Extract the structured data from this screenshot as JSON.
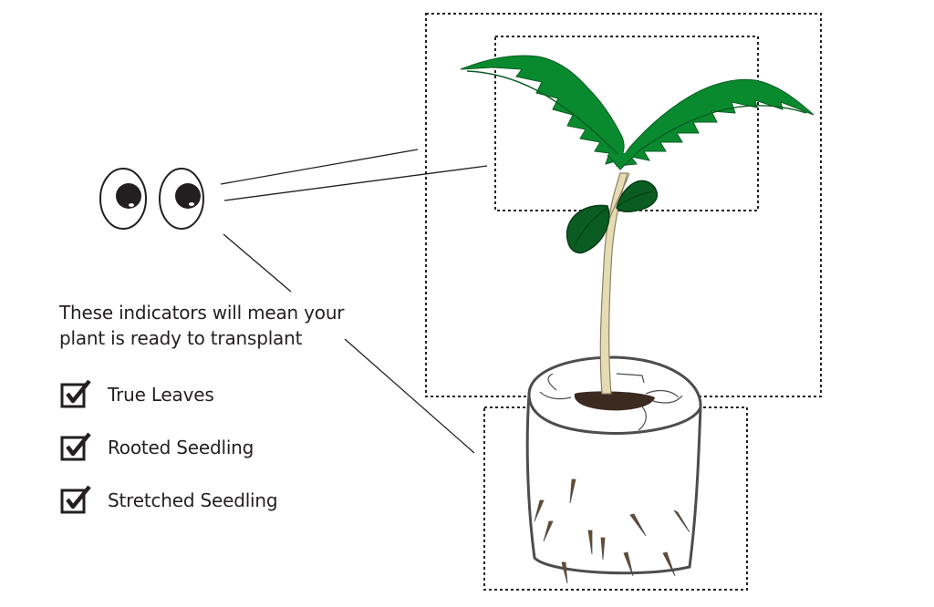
{
  "caption": {
    "line1": "These indicators will mean your",
    "line2": "plant is ready to transplant"
  },
  "checklist": [
    {
      "label": "True Leaves",
      "checked": true
    },
    {
      "label": "Rooted Seedling",
      "checked": true
    },
    {
      "label": "Stretched Seedling",
      "checked": true
    }
  ],
  "colors": {
    "leaf_light": "#0a8a2f",
    "leaf_dark": "#0a5c22",
    "stem": "#e6dcb4",
    "pot_outline": "#4d4d4d",
    "roots": "#6b4a2b",
    "soil": "#3b2a20",
    "ink": "#231f20"
  },
  "icons": {
    "eyes": "googly-eyes-icon",
    "check": "checked-box-icon"
  }
}
